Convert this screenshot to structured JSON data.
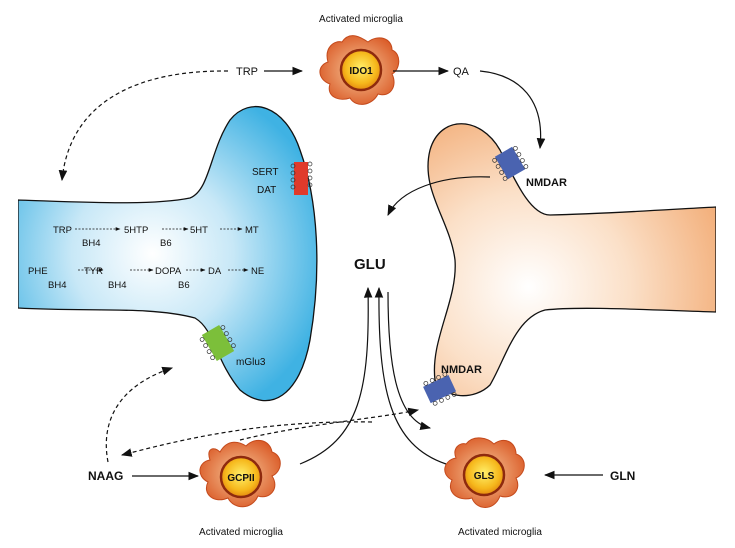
{
  "colors": {
    "presynaptic_blue": "#3fb2e3",
    "postsynaptic_orange": "#f3b07c",
    "microglia_orange": "#d8531f",
    "microglia_nucleus": "#f6b81c",
    "nmdar_blue": "#4a63b0",
    "sert_red": "#e03a2b",
    "mglu3_green": "#7cbf3a"
  },
  "top_microglia": {
    "caption": "Activated microglia",
    "enzyme": "IDO1"
  },
  "bottom_left_microglia": {
    "caption": "Activated microglia",
    "enzyme": "GCPII"
  },
  "bottom_right_microglia": {
    "caption": "Activated microglia",
    "enzyme": "GLS"
  },
  "metabolites": {
    "trp_top": "TRP",
    "qa": "QA",
    "glu": "GLU",
    "naag": "NAAG",
    "gln": "GLN"
  },
  "receptors": {
    "nmdar_top": "NMDAR",
    "nmdar_bottom": "NMDAR",
    "mglu3": "mGlu3",
    "sert": "SERT",
    "dat": "DAT"
  },
  "pathway_row1": {
    "nodes": [
      "TRP",
      "5HTP",
      "5HT",
      "MT"
    ],
    "cofactors": [
      "BH4",
      "B6"
    ]
  },
  "pathway_row2": {
    "nodes": [
      "PHE",
      "TYR",
      "DOPA",
      "DA",
      "NE"
    ],
    "cofactors": [
      "BH4",
      "BH4",
      "B6"
    ]
  }
}
